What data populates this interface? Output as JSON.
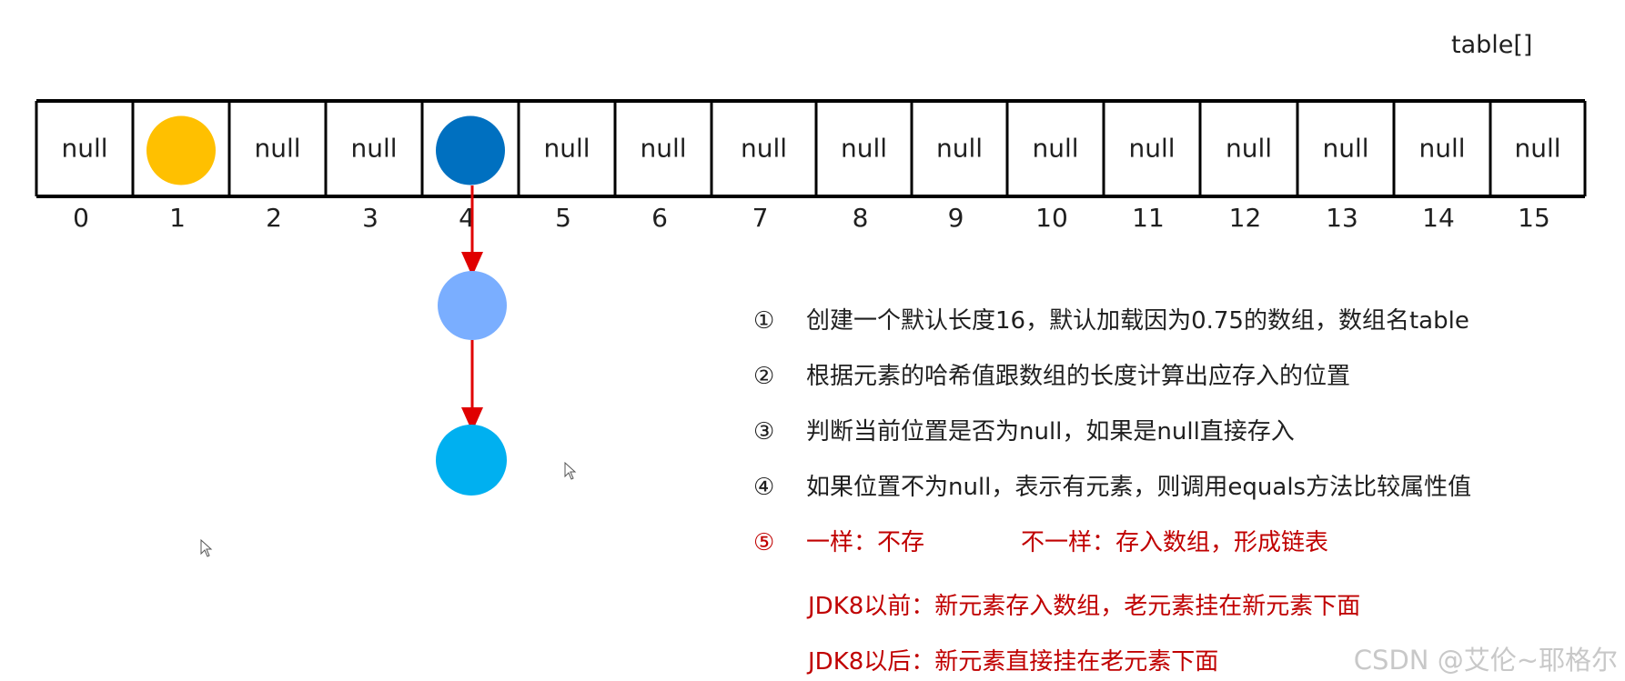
{
  "table_label": "table[]",
  "cells": [
    {
      "index": "0",
      "content": "null"
    },
    {
      "index": "1",
      "content": "",
      "node_color": "#FFC000"
    },
    {
      "index": "2",
      "content": "null"
    },
    {
      "index": "3",
      "content": "null"
    },
    {
      "index": "4",
      "content": "",
      "node_color": "#0070C0"
    },
    {
      "index": "5",
      "content": "null"
    },
    {
      "index": "6",
      "content": "null"
    },
    {
      "index": "7",
      "content": "null"
    },
    {
      "index": "8",
      "content": "null"
    },
    {
      "index": "9",
      "content": "null"
    },
    {
      "index": "10",
      "content": "null"
    },
    {
      "index": "11",
      "content": "null"
    },
    {
      "index": "12",
      "content": "null"
    },
    {
      "index": "13",
      "content": "null"
    },
    {
      "index": "14",
      "content": "null"
    },
    {
      "index": "15",
      "content": "null"
    }
  ],
  "chain_nodes": [
    {
      "color": "#7AAEFF"
    },
    {
      "color": "#00B0F0"
    }
  ],
  "arrow_color": "#E00000",
  "steps": [
    {
      "num": "①",
      "text": "创建一个默认长度16，默认加载因为0.75的数组，数组名table"
    },
    {
      "num": "②",
      "text": "根据元素的哈希值跟数组的长度计算出应存入的位置"
    },
    {
      "num": "③",
      "text": "判断当前位置是否为null，如果是null直接存入"
    },
    {
      "num": "④",
      "text": "如果位置不为null，表示有元素，则调用equals方法比较属性值"
    },
    {
      "num": "⑤",
      "text": "一样：不存",
      "text2": "不一样：存入数组，形成链表"
    }
  ],
  "notes": {
    "before_jdk8": "JDK8以前：新元素存入数组，老元素挂在新元素下面",
    "after_jdk8": "JDK8以后：新元素直接挂在老元素下面"
  },
  "watermark": "CSDN @艾伦~耶格尔",
  "colors": {
    "accent_red": "#C00000",
    "grid_line": "#000000"
  }
}
